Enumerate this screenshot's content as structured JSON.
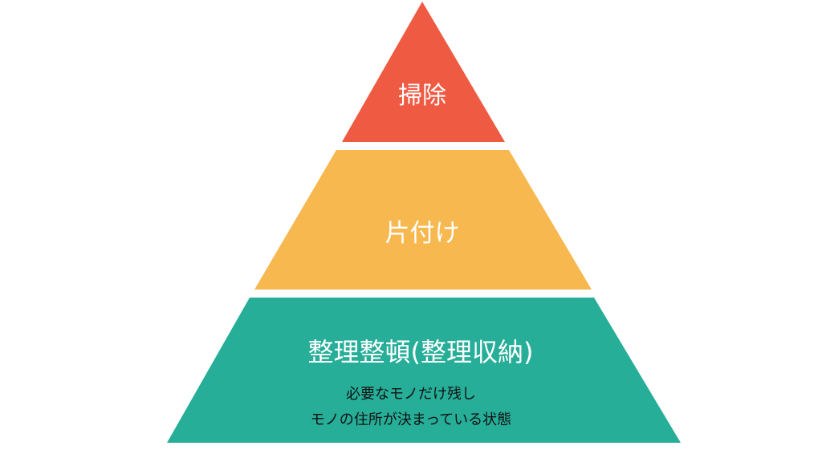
{
  "pyramid": {
    "tiers": [
      {
        "title": "掃除",
        "color": "#ef5a43"
      },
      {
        "title": "片付け",
        "color": "#f6b84f"
      },
      {
        "title": "整理整頓(整理収納)",
        "color": "#26ae98",
        "note_lines": [
          "必要なモノだけ残し",
          "モノの住所が決まっている状態"
        ]
      }
    ]
  }
}
